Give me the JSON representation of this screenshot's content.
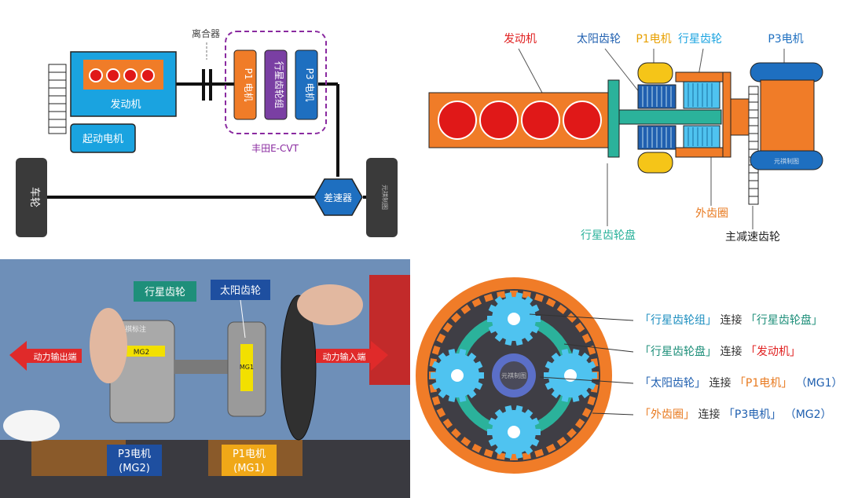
{
  "hybrid_diagram": {
    "clutch": "离合器",
    "engine": "发动机",
    "p1_motor": "P1 电机",
    "planetary_set": "行星齿轮组",
    "p3_motor": "P3 电机",
    "starter_motor": "起动电机",
    "ecvt": "丰田E-CVT",
    "wheel": "车轮",
    "differential": "差速器",
    "watermark": "元祺制图"
  },
  "planetary_cutaway": {
    "engine": "发动机",
    "sun_gear": "太阳齿轮",
    "p1_motor": "P1电机",
    "planet_gear": "行星齿轮",
    "p3_motor": "P3电机",
    "carrier": "行星齿轮盘",
    "ring_gear": "外齿圈",
    "final_drive": "主减速齿轮",
    "watermark": "元祺制图"
  },
  "photo": {
    "planet_gear": "行星齿轮",
    "sun_gear": "太阳齿轮",
    "output": "动力输出端",
    "input": "动力输入端",
    "p3_line1": "P3电机",
    "p3_line2": "(MG2)",
    "p1_line1": "P1电机",
    "p1_line2": "(MG1)",
    "watermark": "元祺标注",
    "label_mg2": "MG2",
    "label_mg1": "MG1"
  },
  "gear_front_view": {
    "watermark": "元祺制图",
    "legend": [
      {
        "q1": "「行星齿轮组」",
        "c": "连接",
        "q2": "「行星齿轮盘」",
        "suffix": ""
      },
      {
        "q1": "「行星齿轮盘」",
        "c": "连接",
        "q2": "「发动机」",
        "suffix": ""
      },
      {
        "q1": "「太阳齿轮」",
        "c": "连接",
        "q2": "「P1电机」",
        "suffix": "（MG1）"
      },
      {
        "q1": "「外齿圈」",
        "c": "连接",
        "q2": "「P3电机」",
        "suffix": "（MG2）"
      }
    ]
  },
  "colors": {
    "engine_blue": "#1aa3e0",
    "engine_orange": "#f07c28",
    "teal": "#2bb29b",
    "purple": "#7a3fa3",
    "motor_blue": "#1e6fc0",
    "yellow": "#f5c518",
    "arrow_red": "#e02a2a",
    "text_red": "#e02020",
    "text_blue": "#2060b0",
    "text_orange": "#e87a20",
    "dark": "#3a3a3a"
  }
}
